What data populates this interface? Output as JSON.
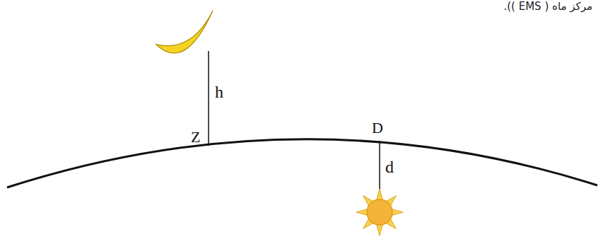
{
  "diagram": {
    "labels": [
      "مرکز ماه ( EMS )).",
      "h",
      "Z",
      "D",
      "d"
    ]
  }
}
